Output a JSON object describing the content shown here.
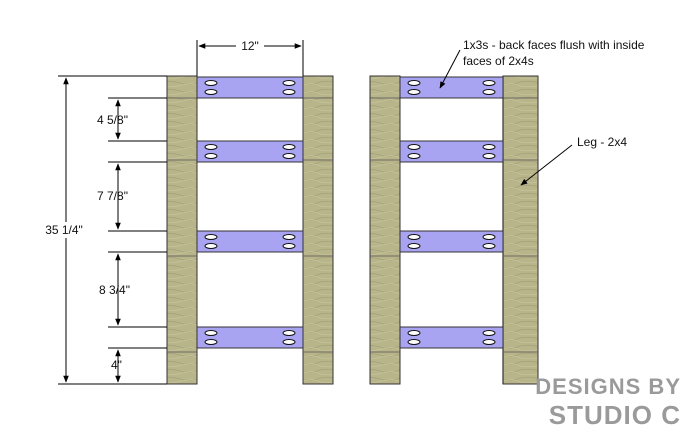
{
  "dimensions": {
    "width": "12\"",
    "height": "35 1/4\"",
    "gap_top": "4 5/8\"",
    "gap_mid": "7 7/8\"",
    "gap_lower": "8 3/4\"",
    "bottom": "4\""
  },
  "callouts": {
    "rail_line1": "1x3s - back faces flush with inside",
    "rail_line2": "faces of 2x4s",
    "leg": "Leg - 2x4"
  },
  "watermark": {
    "line1": "DESIGNS BY",
    "line2": "STUDIO C"
  },
  "colors": {
    "wood": "#b7b48a",
    "rail": "#a9a4f2",
    "brand": "#9a9a9a"
  }
}
